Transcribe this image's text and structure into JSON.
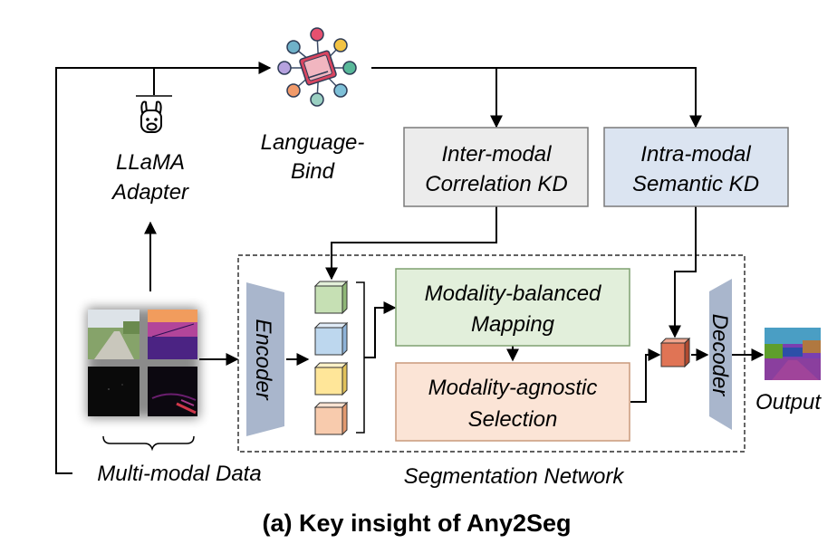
{
  "labels": {
    "llama_line1": "LLaMA",
    "llama_line2": "Adapter",
    "lb_line1": "Language-",
    "lb_line2": "Bind",
    "inter_line1": "Inter-modal",
    "inter_line2": "Correlation KD",
    "intra_line1": "Intra-modal",
    "intra_line2": "Semantic KD",
    "encoder": "Encoder",
    "decoder": "Decoder",
    "mapping_line1": "Modality-balanced",
    "mapping_line2": "Mapping",
    "selection_line1": "Modality-agnostic",
    "selection_line2": "Selection",
    "output": "Output",
    "multimodal_data": "Multi-modal Data",
    "seg_network": "Segmentation Network"
  },
  "caption": "(a) Key insight of Any2Seg",
  "colors": {
    "inter_box": "#ececec",
    "intra_box": "#dbe4f1",
    "mapping_box": "#e2efdb",
    "selection_box": "#fbe4d6",
    "trapezoid": "#a9b6cc",
    "cube_green": "#c6e0b4",
    "cube_blue": "#bdd7ee",
    "cube_yellow": "#ffe699",
    "cube_orange": "#f8cbad",
    "cube_fused": "#e07455"
  },
  "icons": [
    "llama-icon",
    "languagebind-book-icon"
  ]
}
